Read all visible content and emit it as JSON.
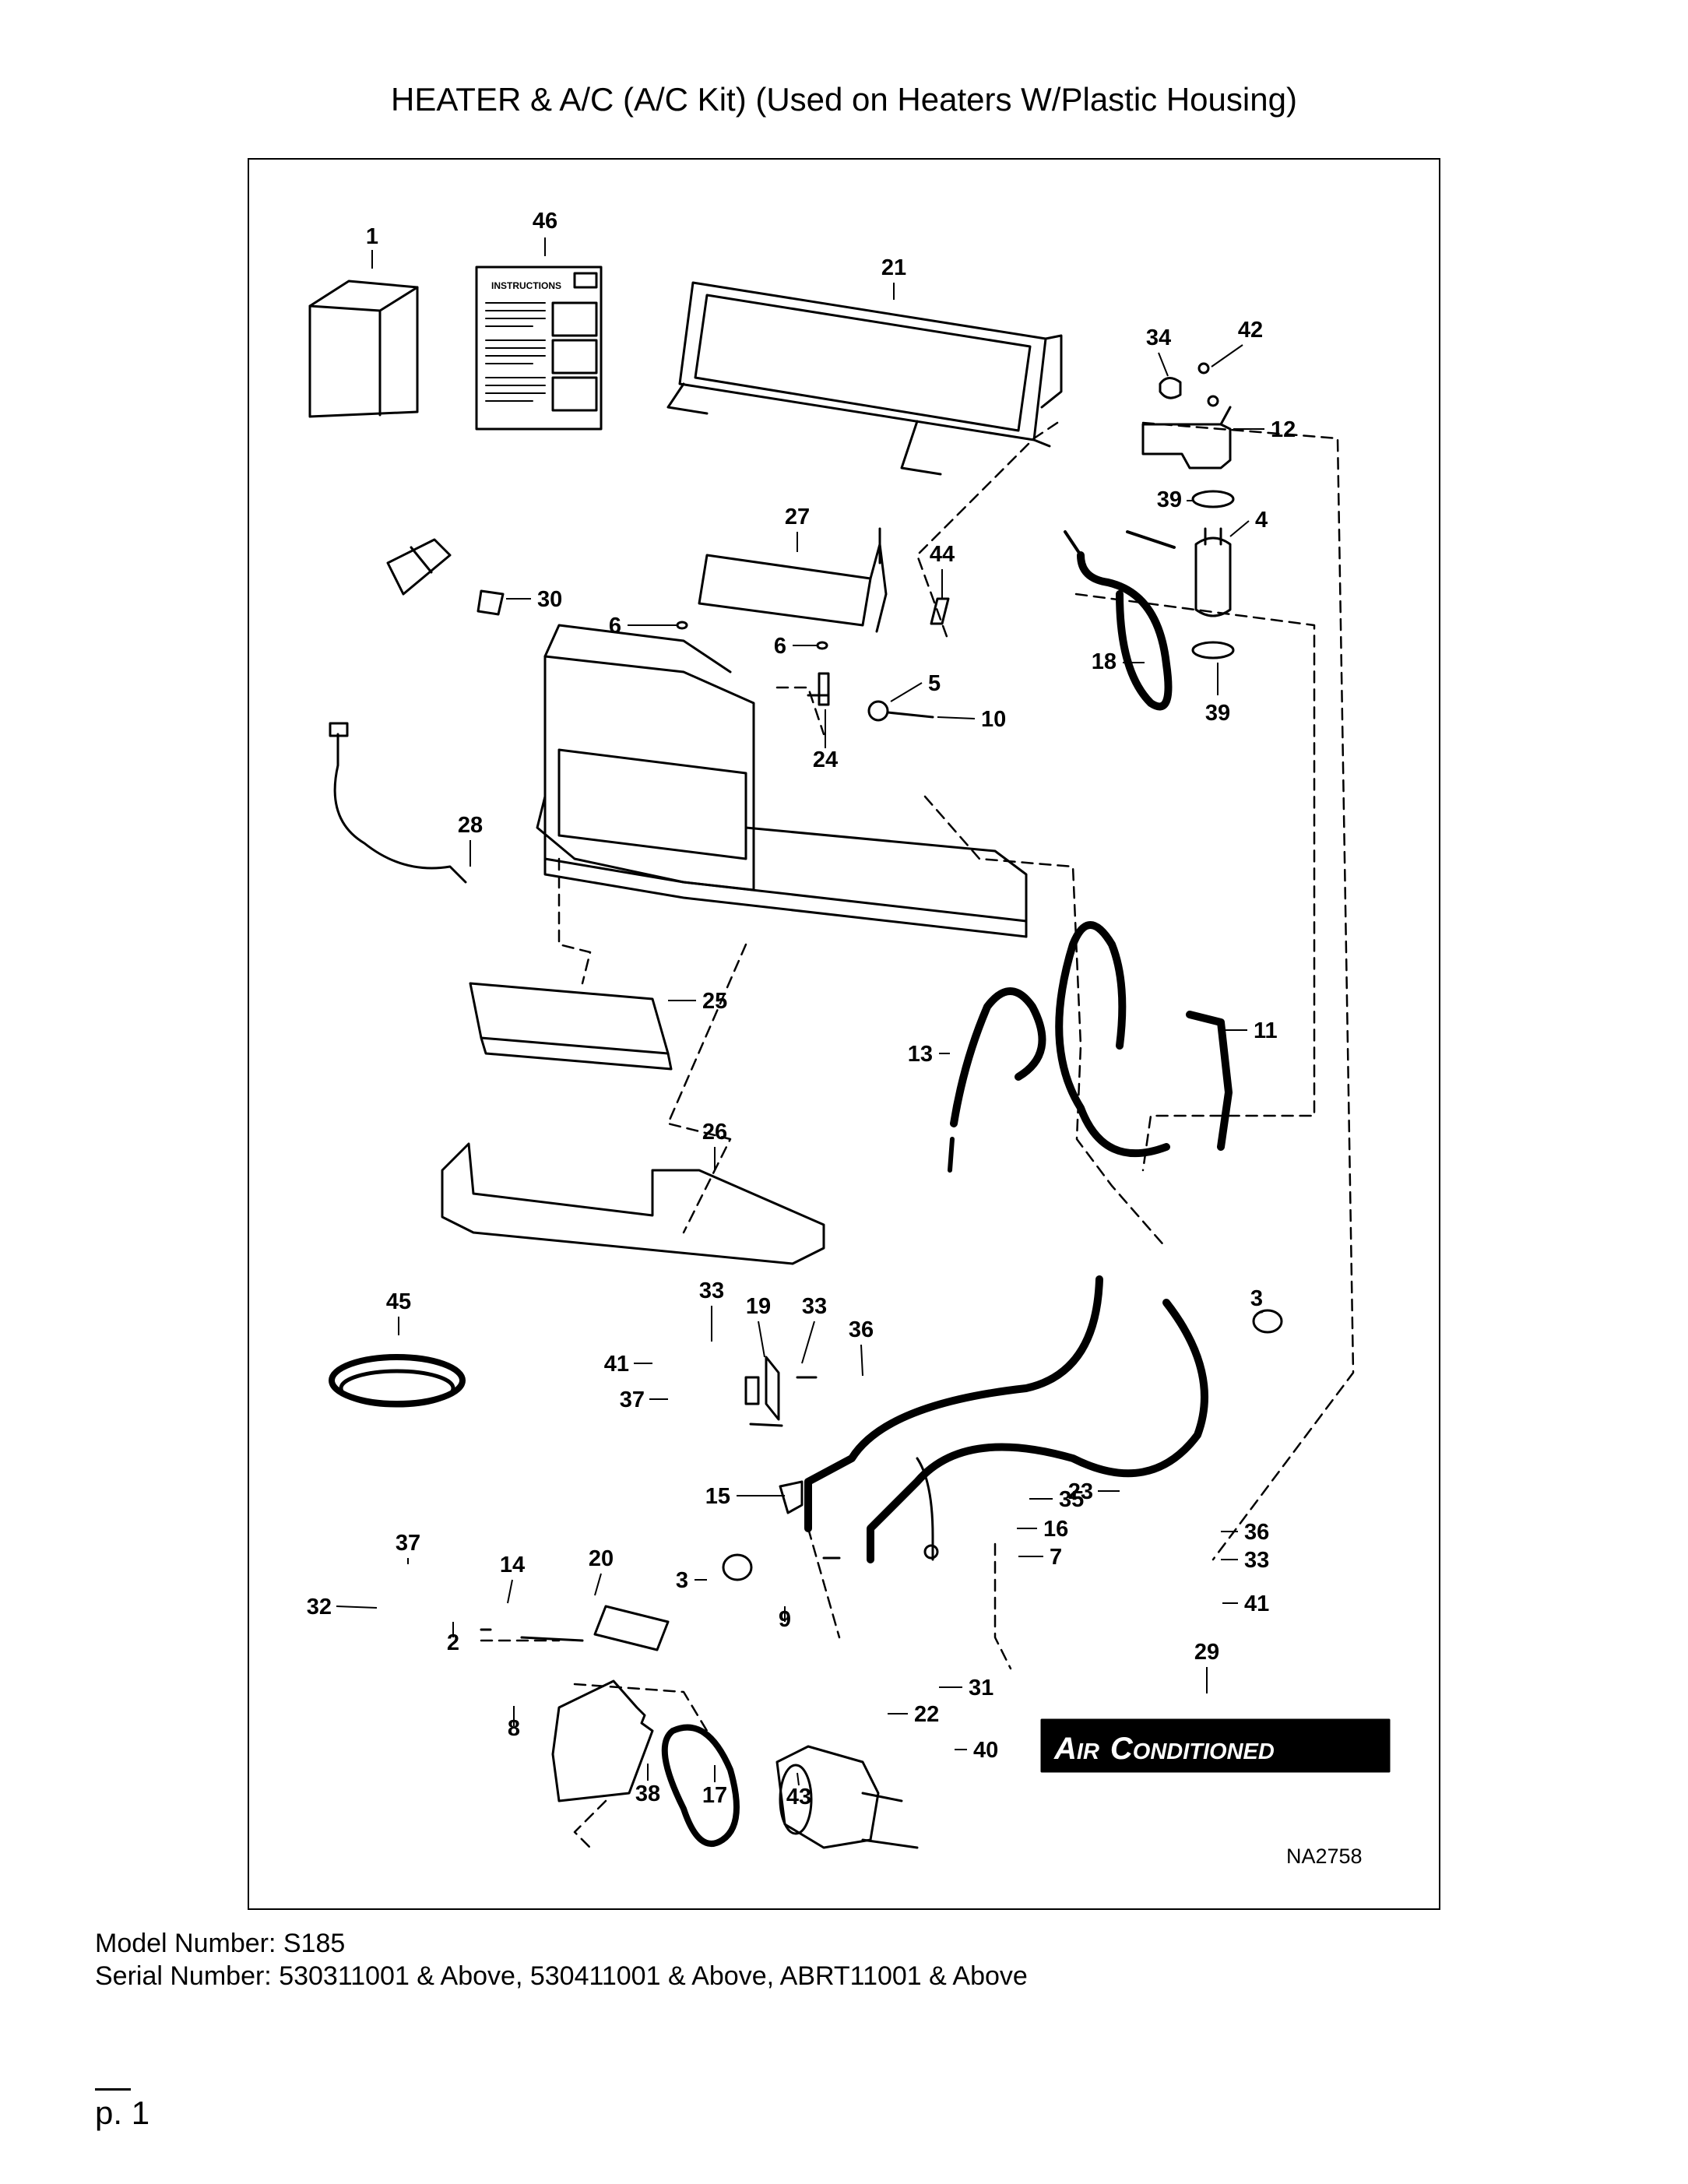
{
  "title": "HEATER & A/C (A/C Kit) (Used on Heaters W/Plastic Housing)",
  "diagram": {
    "drawing_id": "NA2758",
    "instructions_label": "INSTRUCTIONS",
    "decal": {
      "text_a": "A",
      "text_a2": "IR",
      "text_c": "C",
      "text_c2": "ONDITIONED"
    },
    "callouts": [
      "1",
      "46",
      "21",
      "34",
      "42",
      "12",
      "39",
      "4",
      "27",
      "44",
      "30",
      "6",
      "6",
      "5",
      "10",
      "24",
      "18",
      "39",
      "28",
      "25",
      "13",
      "11",
      "26",
      "45",
      "33",
      "19",
      "33",
      "36",
      "41",
      "37",
      "3",
      "15",
      "23",
      "35",
      "16",
      "7",
      "36",
      "33",
      "41",
      "37",
      "14",
      "20",
      "3",
      "9",
      "32",
      "2",
      "29",
      "31",
      "22",
      "8",
      "40",
      "38",
      "17",
      "43"
    ]
  },
  "footer": {
    "model": "Model Number: S185",
    "serial": "Serial Number: 530311001 & Above, 530411001 & Above, ABRT11001 & Above"
  },
  "page": {
    "number": "p. 1"
  }
}
